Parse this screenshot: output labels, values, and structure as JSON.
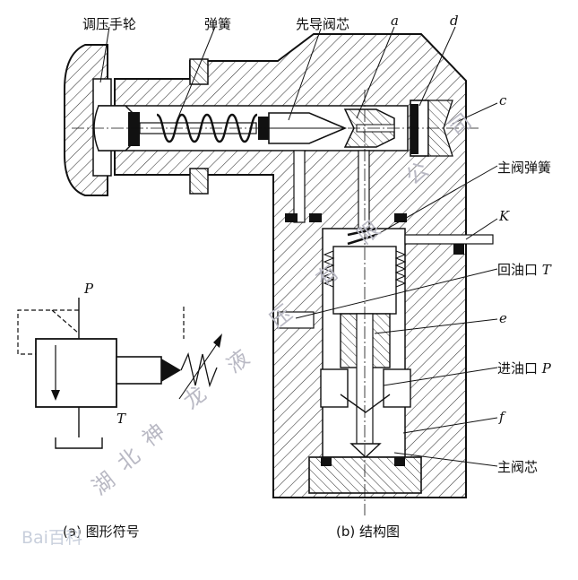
{
  "labels": {
    "handwheel": "调压手轮",
    "spring": "弹簧",
    "pilot_core": "先导阀芯",
    "a": "a",
    "d": "d",
    "c": "c",
    "main_spring": "主阀弹簧",
    "k": "K",
    "return_port": "回油口",
    "return_t": "T",
    "e": "e",
    "inlet_port": "进油口",
    "inlet_p": "P",
    "f": "f",
    "main_core": "主阀芯"
  },
  "symbol": {
    "p": "P",
    "t": "T"
  },
  "captions": {
    "a": "(a) 图形符号",
    "b": "(b) 结构图"
  },
  "watermark": [
    "湖",
    "北",
    "神",
    "龙",
    "液",
    "压",
    "有",
    "限",
    "公",
    "司"
  ],
  "baidu": "Bai百科"
}
